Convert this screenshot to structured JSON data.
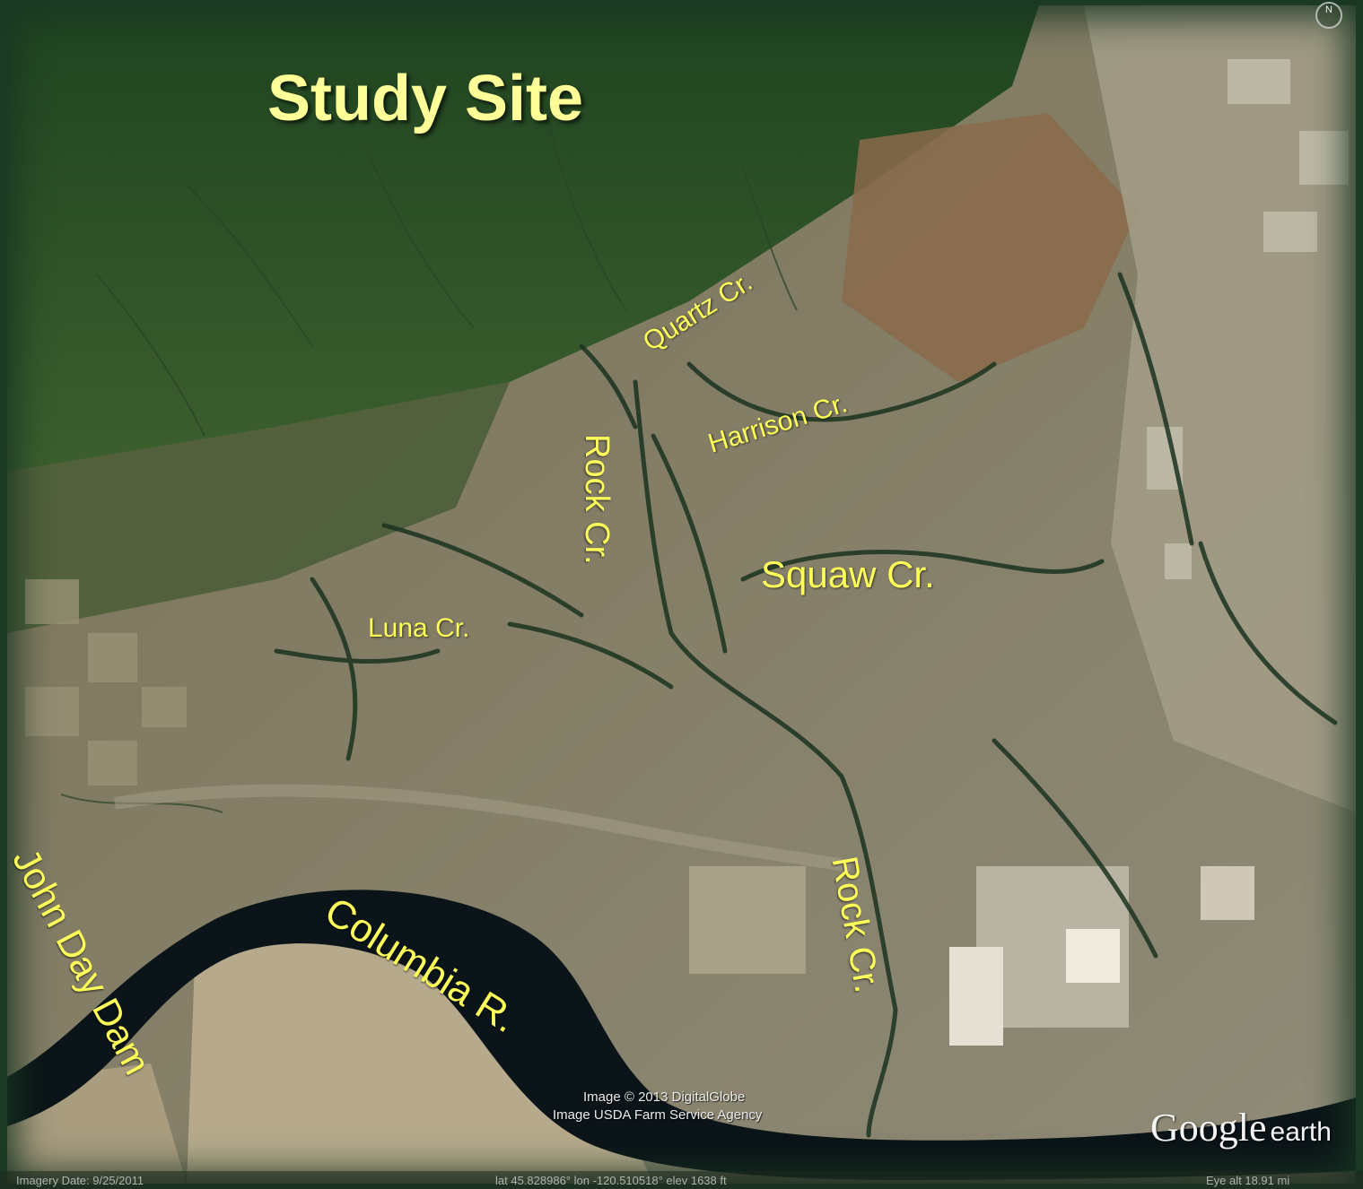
{
  "title": "Study Site",
  "labels": {
    "quartz_cr": "Quartz Cr.",
    "harrison_cr": "Harrison Cr.",
    "rock_cr_upper": "Rock Cr.",
    "squaw_cr": "Squaw Cr.",
    "luna_cr": "Luna Cr.",
    "rock_cr_lower": "Rock Cr.",
    "columbia_r": "Columbia R.",
    "john_day_dam": "John Day Dam"
  },
  "credits": {
    "line1": "Image © 2013 DigitalGlobe",
    "line2": "Image USDA Farm Service Agency"
  },
  "brand": {
    "google": "Google",
    "earth": "earth"
  },
  "compass": {
    "north": "N"
  },
  "status": {
    "imagery_date": "Imagery Date: 9/25/2011",
    "coordinates": "lat   45.828986°  lon -120.510518°  elev  1638 ft",
    "eye_alt": "Eye alt    18.91 mi"
  },
  "colors": {
    "label_yellow": "#ffff5a",
    "title_yellow": "#ffff99",
    "river": "#0b1418",
    "forest": "#2f5a2c",
    "frame": "#24452f"
  }
}
